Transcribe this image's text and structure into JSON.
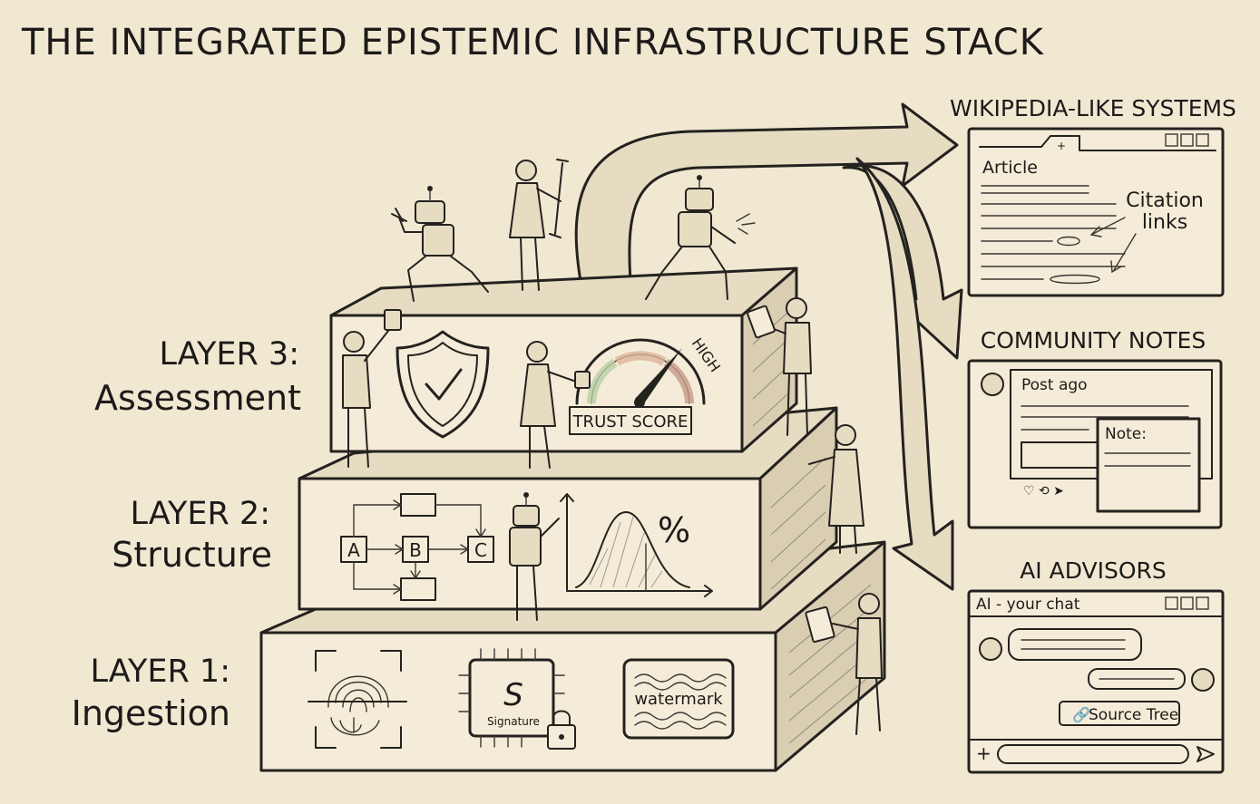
{
  "title": "THE INTEGRATED EPISTEMIC INFRASTRUCTURE STACK",
  "layers": [
    {
      "label": "LAYER 3:",
      "name": "Assessment",
      "gauge_label": "TRUST SCORE",
      "gauge_high": "HIGH"
    },
    {
      "label": "LAYER 2:",
      "name": "Structure",
      "nodes": [
        "A",
        "B",
        "C"
      ],
      "percent_symbol": "%"
    },
    {
      "label": "LAYER 1:",
      "name": "Ingestion",
      "chip_label": "Signature",
      "chip_letter": "S",
      "watermark_label": "watermark"
    }
  ],
  "outputs": {
    "wikipedia": {
      "heading": "WIKIPEDIA-LIKE SYSTEMS",
      "tab_plus": "+",
      "article_label": "Article",
      "citation_label_line1": "Citation",
      "citation_label_line2": "links"
    },
    "community": {
      "heading": "COMMUNITY NOTES",
      "post_label": "Post ago",
      "note_label": "Note:"
    },
    "ai": {
      "heading": "AI ADVISORS",
      "window_title": "AI - your chat",
      "source_button": "Source Tree",
      "add_symbol": "+"
    }
  },
  "colors": {
    "paper": "#f1e8d2",
    "ink": "#24221f"
  }
}
